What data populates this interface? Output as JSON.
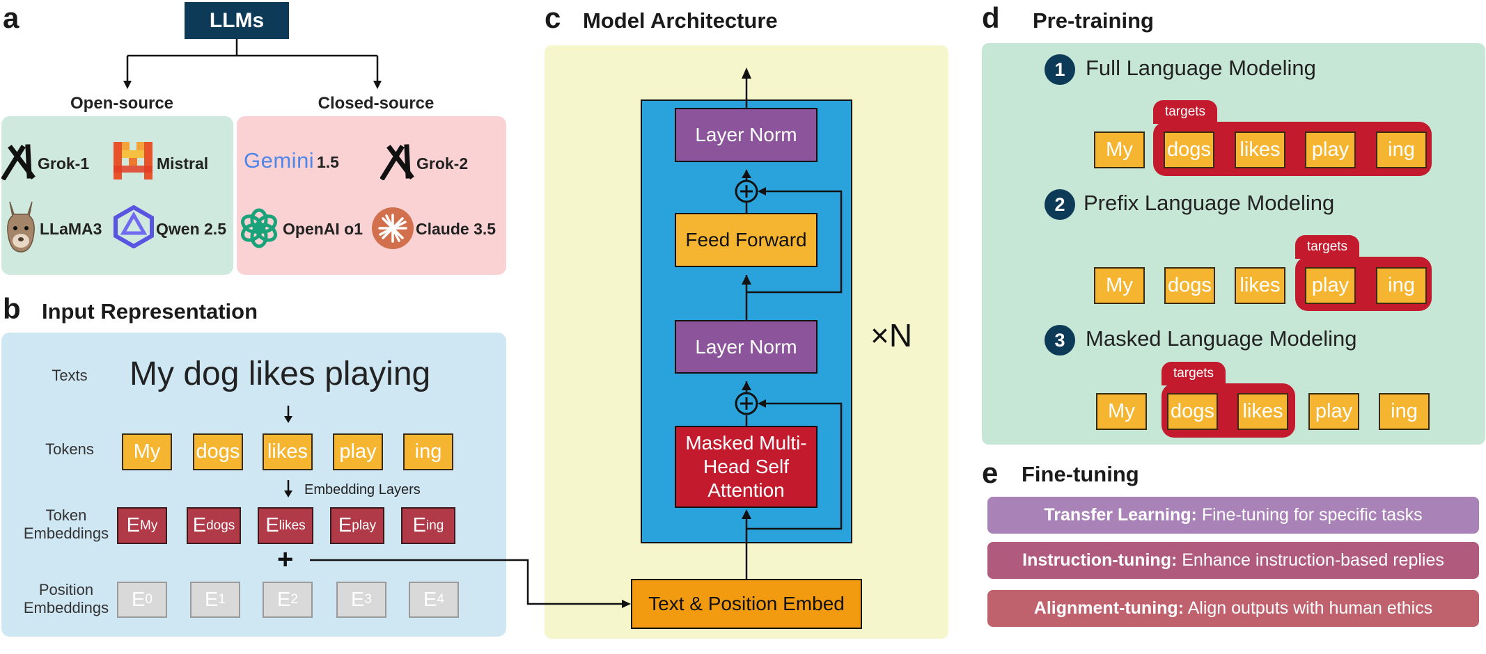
{
  "panel_a": {
    "letter": "a",
    "root": "LLMs",
    "open_source": {
      "label": "Open-source",
      "models": [
        "Grok-1",
        "Mistral",
        "LLaMA3",
        "Qwen 2.5"
      ]
    },
    "closed_source": {
      "label": "Closed-source",
      "gemini_logo": "Gemini",
      "models": [
        "1.5",
        "Grok-2",
        "OpenAI o1",
        "Claude 3.5"
      ]
    }
  },
  "panel_b": {
    "letter": "b",
    "title": "Input Representation",
    "row_labels": {
      "texts": "Texts",
      "tokens": "Tokens",
      "token_emb": "Token Embeddings",
      "pos_emb": "Position Embeddings"
    },
    "sentence": "My dog likes playing",
    "tokens": [
      "My",
      "dogs",
      "likes",
      "play",
      "ing"
    ],
    "token_embeddings": [
      {
        "base": "E",
        "sub": "My"
      },
      {
        "base": "E",
        "sub": "dogs"
      },
      {
        "base": "E",
        "sub": "likes"
      },
      {
        "base": "E",
        "sub": "play"
      },
      {
        "base": "E",
        "sub": "ing"
      }
    ],
    "position_embeddings": [
      {
        "base": "E",
        "sub": "0"
      },
      {
        "base": "E",
        "sub": "1"
      },
      {
        "base": "E",
        "sub": "2"
      },
      {
        "base": "E",
        "sub": "3"
      },
      {
        "base": "E",
        "sub": "4"
      }
    ],
    "embedding_layers_label": "Embedding Layers",
    "plus": "+"
  },
  "panel_c": {
    "letter": "c",
    "title": "Model Architecture",
    "blocks": {
      "layer_norm_top": "Layer Norm",
      "feed_forward": "Feed Forward",
      "layer_norm_bottom": "Layer Norm",
      "attention": "Masked Multi-Head Self Attention",
      "embed": "Text & Position Embed"
    },
    "repeat": "×N",
    "add_symbol": "+"
  },
  "panel_d": {
    "letter": "d",
    "title": "Pre-training",
    "targets_label": "targets",
    "objectives": [
      {
        "num": "1",
        "name": "Full Language Modeling",
        "tokens": [
          "My",
          "dogs",
          "likes",
          "play",
          "ing"
        ]
      },
      {
        "num": "2",
        "name": "Prefix Language Modeling",
        "tokens": [
          "My",
          "dogs",
          "likes",
          "play",
          "ing"
        ]
      },
      {
        "num": "3",
        "name": "Masked Language Modeling",
        "tokens": [
          "My",
          "dogs",
          "likes",
          "play",
          "ing"
        ]
      }
    ]
  },
  "panel_e": {
    "letter": "e",
    "title": "Fine-tuning",
    "rows": [
      {
        "term": "Transfer Learning:",
        "desc": "Fine-tuning for specific tasks"
      },
      {
        "term": "Instruction-tuning:",
        "desc": "Enhance instruction-based replies"
      },
      {
        "term": "Alignment-tuning:",
        "desc": "Align outputs with human ethics"
      }
    ]
  },
  "colors": {
    "open_bg": "#cfe9de",
    "closed_bg": "#fbd2d4",
    "input_bg": "#cfe6f3",
    "arch_bg": "#f6f6cc",
    "stack_bg": "#2aa3dd",
    "pretrain_bg": "#c6e6d6",
    "token": "#f6b530",
    "token_emb": "#b03a48",
    "target": "#c41a2e",
    "navy": "#0d3b57"
  }
}
